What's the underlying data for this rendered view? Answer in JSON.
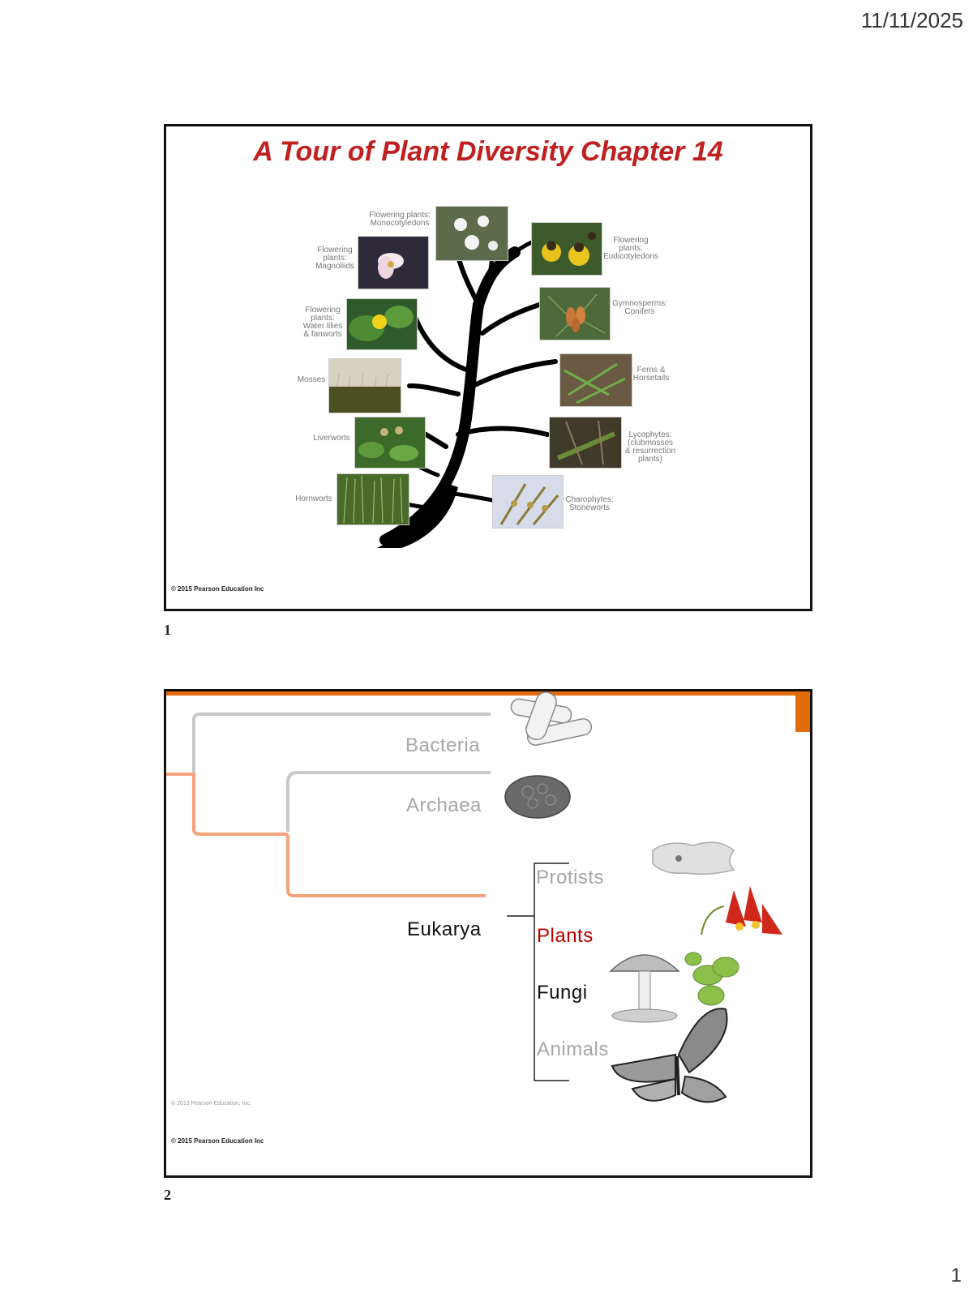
{
  "header": {
    "date": "11/11/2025"
  },
  "footer": {
    "page_number": "1"
  },
  "slide1": {
    "number": "1",
    "title": "A Tour of Plant Diversity Chapter 14",
    "copyright": "© 2015 Pearson Education Inc",
    "labels": {
      "monocots": [
        "Flowering plants:",
        "Monocotyledons"
      ],
      "magnoliids": [
        "Flowering",
        "plants:",
        "Magnoliids"
      ],
      "waterlilies": [
        "Flowering",
        "plants:",
        "Water lilies",
        "& fanworts"
      ],
      "mosses": [
        "Mosses"
      ],
      "liverworts": [
        "Liverworts"
      ],
      "hornworts": [
        "Hornworts"
      ],
      "eudicots": [
        "Flowering",
        "plants:",
        "Eudicotyledons"
      ],
      "gymnosperms": [
        "Gymnosperms:",
        "Conifers"
      ],
      "ferns": [
        "Ferns &",
        "Horsetails"
      ],
      "lycophytes": [
        "Lycophytes:",
        "(clubmosses",
        "& resurrection",
        "plants)"
      ],
      "charophytes": [
        "Charophytes:",
        "Stoneworts"
      ]
    }
  },
  "slide2": {
    "number": "2",
    "domains": {
      "bacteria": "Bacteria",
      "archaea": "Archaea",
      "eukarya": "Eukarya"
    },
    "kingdoms": {
      "protists": "Protists",
      "plants": "Plants",
      "fungi": "Fungi",
      "animals": "Animals"
    },
    "image_copyright": "© 2013 Pearson Education, Inc.",
    "copyright": "© 2015 Pearson Education Inc"
  },
  "colors": {
    "title_red": "#c0201f",
    "plants_red": "#c00000",
    "accent_orange": "#e36c0a",
    "branch_orange": "#f4a27c",
    "branch_grey": "#c8c8c8"
  }
}
